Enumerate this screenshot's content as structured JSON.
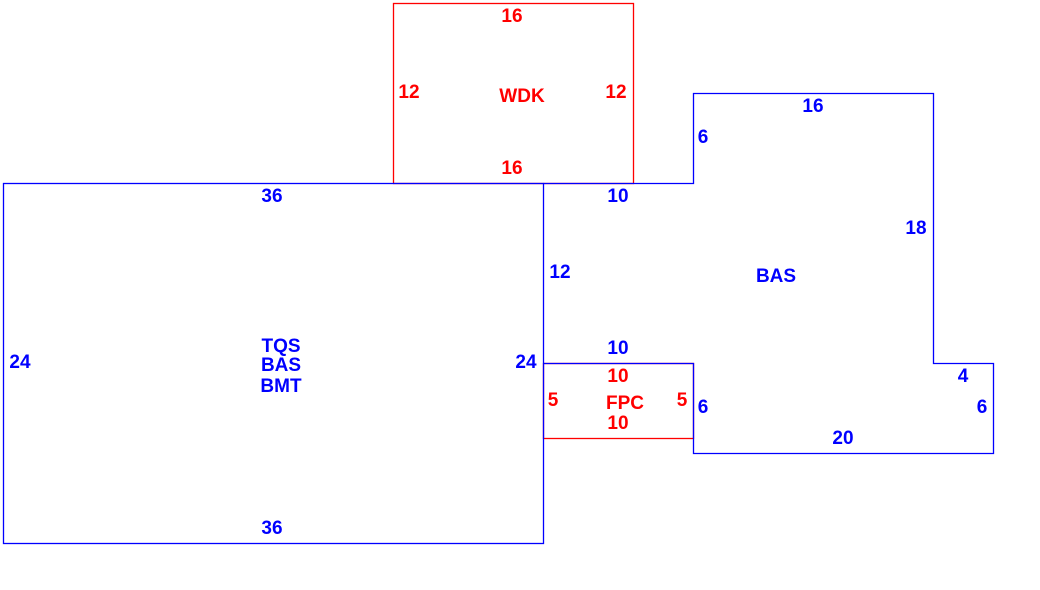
{
  "colors": {
    "living": "#0000ff",
    "exterior": "#ff0000"
  },
  "wdk": {
    "name": "WDK",
    "top": "16",
    "left": "12",
    "right": "12",
    "bottom": "16"
  },
  "main": {
    "codes": [
      "TQS",
      "BAS",
      "BMT"
    ],
    "top": "36",
    "left": "24",
    "right": "24",
    "bottom": "36"
  },
  "bas": {
    "name": "BAS",
    "top_left": "10",
    "step_up": "6",
    "top": "16",
    "right": "18",
    "left": "12",
    "lower_left": "10",
    "notch_top": "4",
    "notch_right": "6",
    "bottom": "20",
    "inner_left": "6"
  },
  "fpc": {
    "name": "FPC",
    "top": "10",
    "left": "5",
    "right": "5",
    "bottom": "10"
  }
}
